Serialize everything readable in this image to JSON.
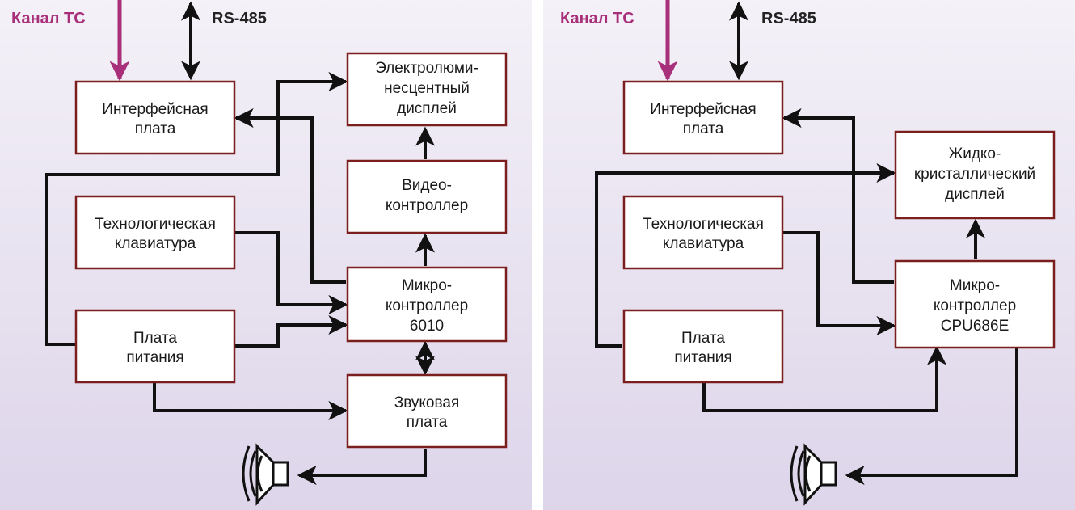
{
  "left": {
    "channel_label": "Канал ТС",
    "rs_label": "RS-485",
    "interface_board": [
      "Интерфейсная",
      "плата"
    ],
    "el_display": [
      "Электролюми-",
      "несцентный",
      "дисплей"
    ],
    "video_controller": [
      "Видео-",
      "контроллер"
    ],
    "keyboard": [
      "Технологическая",
      "клавиатура"
    ],
    "microcontroller": [
      "Микро-",
      "контроллер",
      "6010"
    ],
    "power_board": [
      "Плата",
      "питания"
    ],
    "sound_board": [
      "Звуковая",
      "плата"
    ]
  },
  "right": {
    "channel_label": "Канал ТС",
    "rs_label": "RS-485",
    "interface_board": [
      "Интерфейсная",
      "плата"
    ],
    "lcd_display": [
      "Жидко-",
      "кристаллический",
      "дисплей"
    ],
    "keyboard": [
      "Технологическая",
      "клавиатура"
    ],
    "microcontroller": [
      "Микро-",
      "контроллер",
      "CPU686E"
    ],
    "power_board": [
      "Плата",
      "питания"
    ]
  },
  "colors": {
    "channel": "#a8307a",
    "box_border": "#7b1e1e",
    "wire": "#111111"
  }
}
